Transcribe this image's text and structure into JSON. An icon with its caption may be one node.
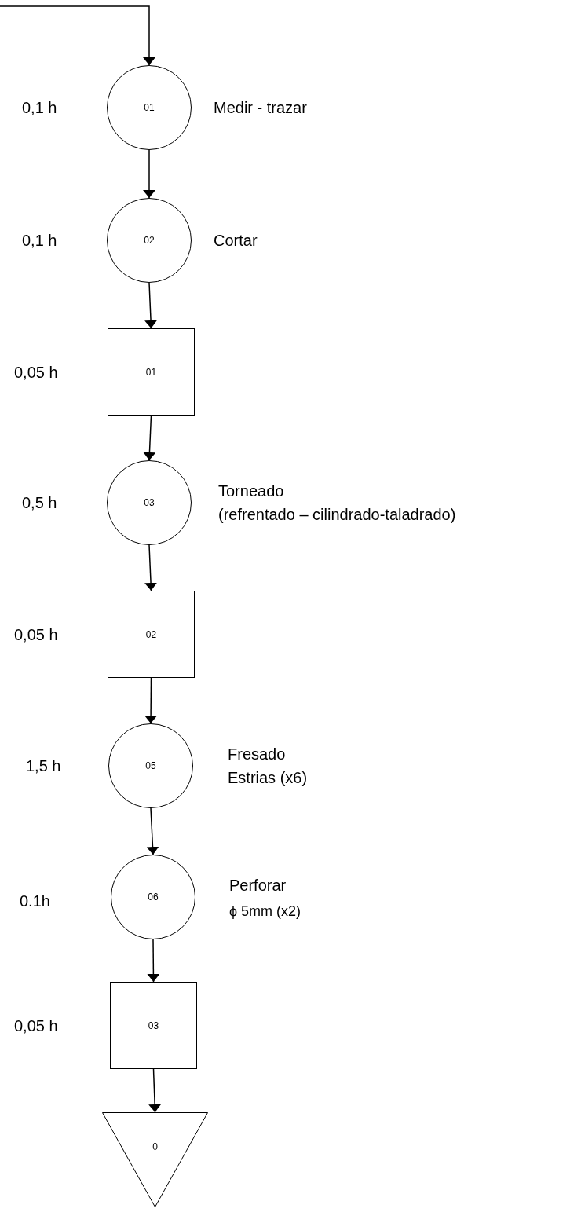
{
  "diagram": {
    "nodes": [
      {
        "text": [
          "01"
        ],
        "beside": [
          "0,1 h",
          "Medir - trazar"
        ]
      },
      {
        "text": [
          "02"
        ],
        "beside": [
          "0,1 h",
          "Cortar"
        ]
      },
      {
        "text": [
          "01"
        ],
        "beside": [
          "0,05 h"
        ]
      },
      {
        "text": [
          "03"
        ],
        "beside": [
          "0,5 h",
          "Torneado",
          "(refrentado – cilindrado-taladrado)"
        ]
      },
      {
        "text": [
          "02"
        ],
        "beside": [
          "0,05 h"
        ]
      },
      {
        "text": [
          "05"
        ],
        "beside": [
          "1,5 h",
          "Fresado",
          "Estrias (x6)"
        ]
      },
      {
        "text": [
          "06"
        ],
        "beside": [
          "0.1h",
          "Perforar",
          "ϕ 5mm (x2)"
        ]
      },
      {
        "text": [
          "03"
        ],
        "beside": [
          "0,05 h"
        ]
      },
      {
        "text": [
          "0"
        ]
      }
    ],
    "edges": [
      {
        "from": null,
        "to": 0,
        "arrow": "to"
      },
      {
        "from": 0,
        "to": 1,
        "arrow": "to"
      },
      {
        "from": 1,
        "to": 2,
        "arrow": "to"
      },
      {
        "from": 2,
        "to": 3,
        "arrow": "to"
      },
      {
        "from": 3,
        "to": 4,
        "arrow": "to"
      },
      {
        "from": 4,
        "to": 5,
        "arrow": "to"
      },
      {
        "from": 5,
        "to": 6,
        "arrow": "to"
      },
      {
        "from": 6,
        "to": 7,
        "arrow": "to"
      },
      {
        "from": 7,
        "to": 8,
        "arrow": "to"
      }
    ]
  }
}
